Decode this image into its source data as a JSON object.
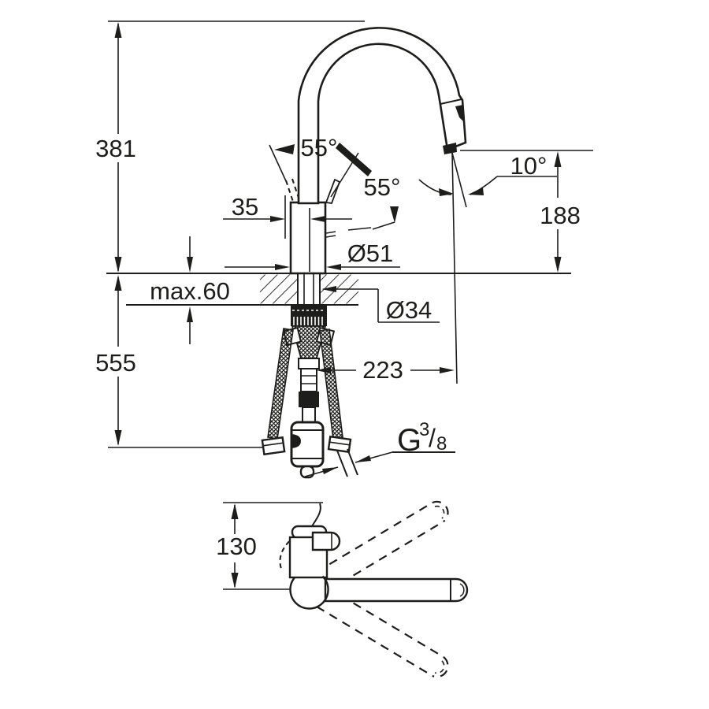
{
  "drawing": {
    "kind": "technical dimension drawing",
    "subject": "kitchen mixer faucet with high C-spout and pull-out spray, side view and top view",
    "background_color": "#ffffff",
    "line_color": "#1d1d1b"
  },
  "labels": {
    "dim_381": "381",
    "angle_55_left": "55°",
    "angle_55_right": "55°",
    "dim_35": "35",
    "angle_10": "10°",
    "dim_188": "188",
    "dia_51": "Ø51",
    "max_60": "max.60",
    "dia_34": "Ø34",
    "dim_555": "555",
    "dim_223": "223",
    "thread_G": "G",
    "thread_num": "3",
    "thread_slash": "/",
    "thread_den": "8",
    "dim_130": "130"
  }
}
